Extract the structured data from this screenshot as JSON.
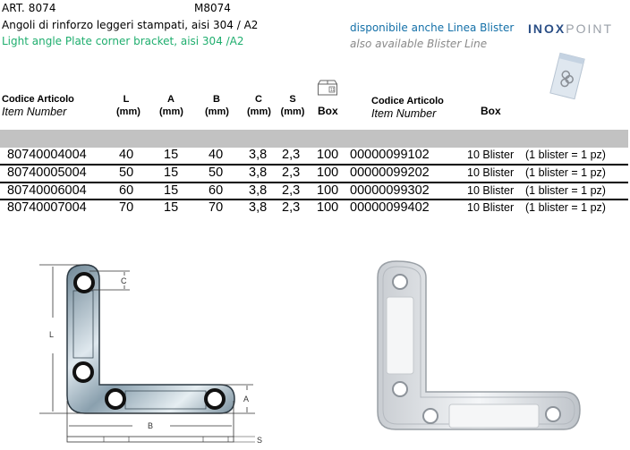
{
  "header": {
    "article": "ART. 8074",
    "model_code": "M8074",
    "description_it": "Angoli di rinforzo leggeri stampati, aisi 304 / A2",
    "description_en": "Light angle Plate corner bracket, aisi 304 /A2",
    "blister_note_it": "disponibile anche Linea Blister",
    "blister_note_en": "also available Blister Line",
    "brand_part1": "INOX",
    "brand_part2": "POINT",
    "colors": {
      "green": "#1fae6e",
      "blue": "#1470a8",
      "grey": "#8a8a8a",
      "brand_blue": "#2b4f86",
      "table_bar": "#c2c2c2"
    }
  },
  "table": {
    "columns": {
      "code_it": "Codice Articolo",
      "code_en": "Item Number",
      "L": "L",
      "A": "A",
      "B": "B",
      "C": "C",
      "S": "S",
      "unit": "(mm)",
      "box": "Box",
      "box_icon": "box-icon",
      "code2_it": "Codice Articolo",
      "code2_en": "Item Number",
      "box2": "Box"
    },
    "rows": [
      {
        "code": "80740004004",
        "L": "40",
        "A": "15",
        "B": "40",
        "C": "3,8",
        "S": "2,3",
        "box": "100",
        "blister_code": "00000099102",
        "blister_box": "10 Blister",
        "blister_note": "(1 blister = 1 pz)"
      },
      {
        "code": "80740005004",
        "L": "50",
        "A": "15",
        "B": "50",
        "C": "3,8",
        "S": "2,3",
        "box": "100",
        "blister_code": "00000099202",
        "blister_box": "10 Blister",
        "blister_note": "(1 blister = 1 pz)"
      },
      {
        "code": "80740006004",
        "L": "60",
        "A": "15",
        "B": "60",
        "C": "3,8",
        "S": "2,3",
        "box": "100",
        "blister_code": "00000099302",
        "blister_box": "10 Blister",
        "blister_note": "(1 blister = 1 pz)"
      },
      {
        "code": "80740007004",
        "L": "70",
        "A": "15",
        "B": "70",
        "C": "3,8",
        "S": "2,3",
        "box": "100",
        "blister_code": "00000099402",
        "blister_box": "10 Blister",
        "blister_note": "(1 blister = 1 pz)"
      }
    ]
  },
  "drawing": {
    "labels": {
      "L": "L",
      "C": "C",
      "A": "A",
      "B": "B",
      "S": "S"
    }
  }
}
